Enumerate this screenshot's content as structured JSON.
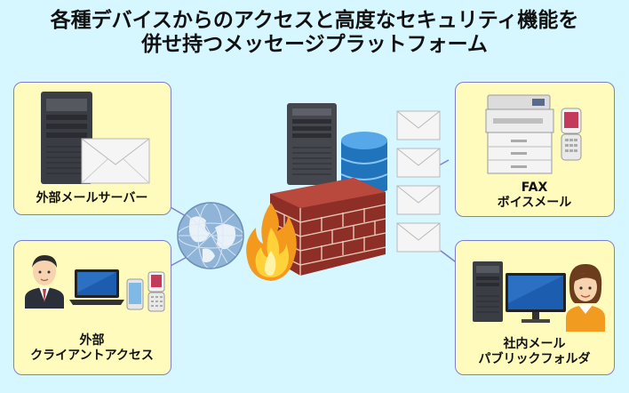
{
  "title": {
    "line1": "各種デバイスからのアクセスと高度なセキュリティ機能を",
    "line2": "併せ持つメッセージプラットフォーム"
  },
  "nodes": {
    "external_mail_server": {
      "label": "外部メールサーバー"
    },
    "external_client": {
      "line1": "外部",
      "line2": "クライアントアクセス"
    },
    "fax_voicemail": {
      "line1": "FAX",
      "line2": "ボイスメール"
    },
    "internal_mail": {
      "line1": "社内メール",
      "line2": "パブリックフォルダ"
    }
  }
}
